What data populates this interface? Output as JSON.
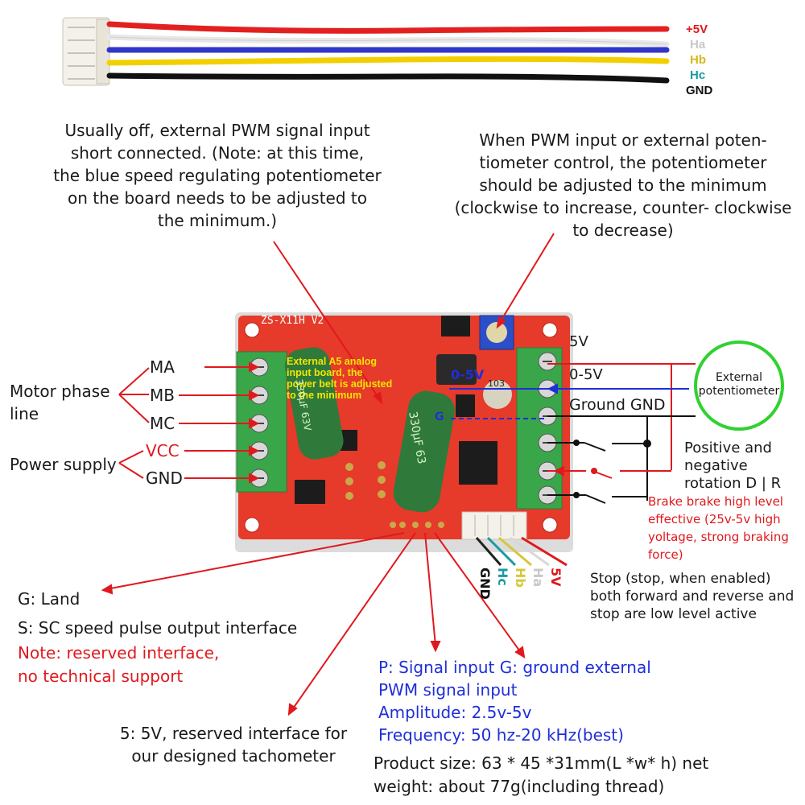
{
  "cable": {
    "labels": [
      {
        "text": "+5V",
        "color": "#e0191e"
      },
      {
        "text": "Ha",
        "color": "#c8c8c8"
      },
      {
        "text": "Hb",
        "color": "#d8b81a"
      },
      {
        "text": "Hc",
        "color": "#1b9aa0"
      },
      {
        "text": "GND",
        "color": "#111111"
      }
    ]
  },
  "callouts": {
    "pwm_short": [
      "Usually off, external PWM signal input",
      "short connected. (Note: at this time,",
      "the blue speed regulating potentiometer",
      "on the board needs to be adjusted to",
      "the minimum.)"
    ],
    "pot_note": [
      "When PWM input or external poten-",
      "tiometer control, the potentiometer",
      "should be adjusted to the minimum",
      "(clockwise to increase, counter- clockwise",
      "to decrease)"
    ]
  },
  "board": {
    "silkscreen": "ZS-X11H V2",
    "overlay_note": [
      "External A5 analog",
      "input board, the",
      "power belt is adjusted",
      "to the minimum"
    ],
    "cap_left": "330μF 63V",
    "cap_right": "330μF 63",
    "pot_label": "103",
    "signal_05v": "0-5V",
    "signal_g": "G"
  },
  "left_terminals": {
    "motor_label": "Motor phase line",
    "power_label": "Power supply",
    "pins": [
      {
        "text": "MA",
        "color": "#1a1a1a"
      },
      {
        "text": "MB",
        "color": "#1a1a1a"
      },
      {
        "text": "MC",
        "color": "#1a1a1a"
      },
      {
        "text": "VCC",
        "color": "#e0191e"
      },
      {
        "text": "GND",
        "color": "#1a1a1a"
      }
    ]
  },
  "right_terminals": {
    "v5": "5V",
    "v05": "0-5V",
    "gnd": "Ground GND",
    "ext_pot": [
      "External",
      "potentiometer"
    ],
    "dr": [
      "Positive and",
      "negative",
      "rotation D | R"
    ],
    "brake": [
      "Brake brake high level",
      "effective (25v-5v high",
      "yoltage, strong braking",
      "force)"
    ],
    "stop": [
      "Stop (stop, when enabled)",
      "both forward and reverse and",
      "stop are low level active"
    ]
  },
  "hall_labels": [
    "GND",
    "Hc",
    "Hb",
    "Ha",
    "5V"
  ],
  "bottom": {
    "g_land": "G: Land",
    "s_speed": "S: SC speed pulse output interface",
    "note": [
      "Note: reserved interface,",
      "no technical support"
    ],
    "five_v": [
      "5: 5V, reserved interface for",
      "our designed tachometer"
    ],
    "pwm_block": [
      "P: Signal input G: ground external",
      "PWM signal input",
      "Amplitude: 2.5v-5v",
      "Frequency: 50 hz-20 kHz(best)"
    ],
    "product": [
      "Product size: 63 * 45 *31mm(L *w* h) net",
      "weight: about 77g(including thread)"
    ]
  },
  "colors": {
    "board_red": "#e63a2a",
    "terminal_green": "#3aa64a",
    "annotation_red": "#e0191e",
    "annotation_blue": "#1f2fd8",
    "pot_ring_green": "#2fd22f",
    "note_yellow": "#f2e600"
  }
}
